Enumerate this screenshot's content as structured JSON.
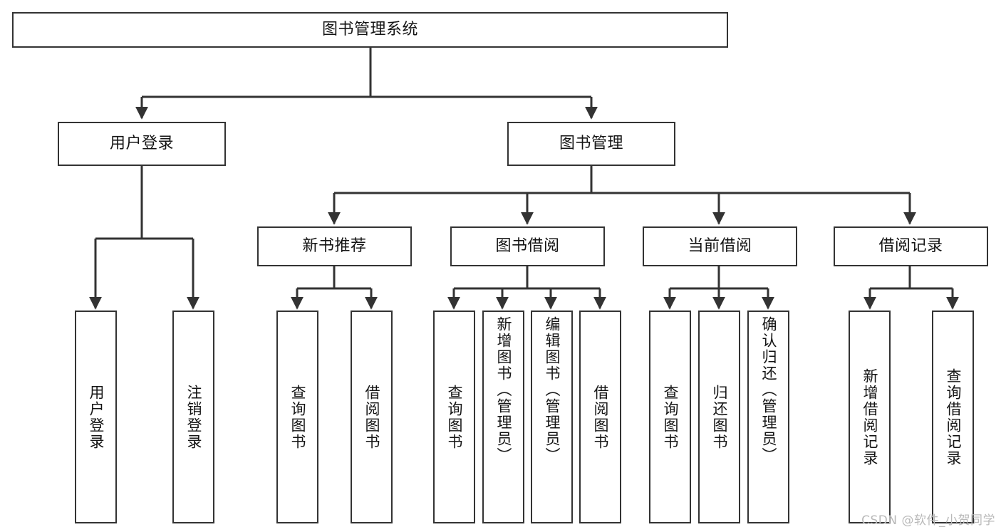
{
  "diagram": {
    "title": "图书管理系统",
    "type": "tree-hierarchy-chart",
    "watermark": "CSDN @软件_小贺同学",
    "colors": {
      "box_border": "#333333",
      "box_fill": "#ffffff",
      "connector": "#333333",
      "text": "#141414",
      "watermark": "#b9b9b9",
      "background": "#ffffff"
    },
    "root": {
      "label": "图书管理系统"
    },
    "level2": [
      {
        "label": "用户登录"
      },
      {
        "label": "图书管理"
      }
    ],
    "level3": [
      {
        "label": "新书推荐"
      },
      {
        "label": "图书借阅"
      },
      {
        "label": "当前借阅"
      },
      {
        "label": "借阅记录"
      }
    ],
    "leaves": {
      "user_login": [
        {
          "label": "用户登录"
        },
        {
          "label": "注销登录"
        }
      ],
      "new_book_recommend": [
        {
          "label": "查询图书"
        },
        {
          "label": "借阅图书"
        }
      ],
      "book_borrow": [
        {
          "label": "查询图书"
        },
        {
          "label": "新增图书（管理员）"
        },
        {
          "label": "编辑图书（管理员）"
        },
        {
          "label": "借阅图书"
        }
      ],
      "current_borrow": [
        {
          "label": "查询图书"
        },
        {
          "label": "归还图书"
        },
        {
          "label": "确认归还（管理员）"
        }
      ],
      "borrow_record": [
        {
          "label": "新增借阅记录"
        },
        {
          "label": "查询借阅记录"
        }
      ]
    }
  }
}
